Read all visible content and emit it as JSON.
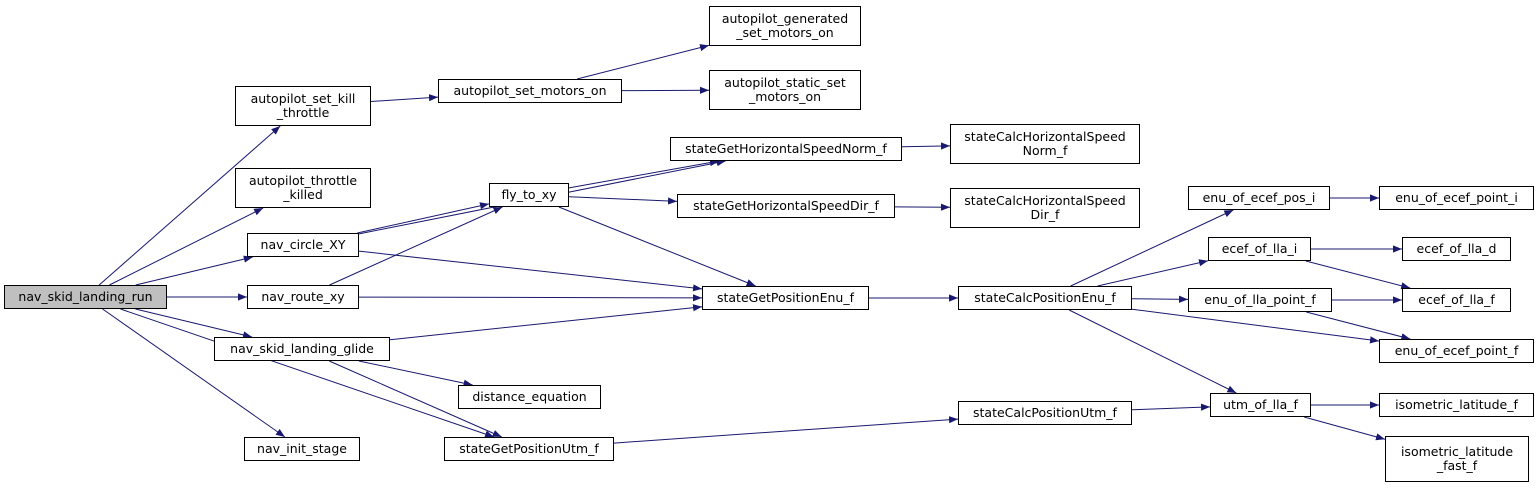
{
  "nodes": [
    {
      "id": "nav_skid_landing_run",
      "lines": [
        "nav_skid_landing_run"
      ],
      "root": true
    },
    {
      "id": "autopilot_set_kill_throttle",
      "lines": [
        "autopilot_set_kill",
        "_throttle"
      ]
    },
    {
      "id": "autopilot_throttle_killed",
      "lines": [
        "autopilot_throttle",
        "_killed"
      ]
    },
    {
      "id": "nav_circle_XY",
      "lines": [
        "nav_circle_XY"
      ]
    },
    {
      "id": "nav_route_xy",
      "lines": [
        "nav_route_xy"
      ]
    },
    {
      "id": "nav_skid_landing_glide",
      "lines": [
        "nav_skid_landing_glide"
      ]
    },
    {
      "id": "nav_init_stage",
      "lines": [
        "nav_init_stage"
      ]
    },
    {
      "id": "autopilot_set_motors_on",
      "lines": [
        "autopilot_set_motors_on"
      ]
    },
    {
      "id": "autopilot_generated_set_motors_on",
      "lines": [
        "autopilot_generated",
        "_set_motors_on"
      ]
    },
    {
      "id": "autopilot_static_set_motors_on",
      "lines": [
        "autopilot_static_set",
        "_motors_on"
      ]
    },
    {
      "id": "fly_to_xy",
      "lines": [
        "fly_to_xy"
      ]
    },
    {
      "id": "stateGetHorizontalSpeedNorm_f",
      "lines": [
        "stateGetHorizontalSpeedNorm_f"
      ]
    },
    {
      "id": "stateGetHorizontalSpeedDir_f",
      "lines": [
        "stateGetHorizontalSpeedDir_f"
      ]
    },
    {
      "id": "stateGetPositionEnu_f",
      "lines": [
        "stateGetPositionEnu_f"
      ]
    },
    {
      "id": "distance_equation",
      "lines": [
        "distance_equation"
      ]
    },
    {
      "id": "stateGetPositionUtm_f",
      "lines": [
        "stateGetPositionUtm_f"
      ]
    },
    {
      "id": "stateCalcHorizontalSpeedNorm_f",
      "lines": [
        "stateCalcHorizontalSpeed",
        "Norm_f"
      ]
    },
    {
      "id": "stateCalcHorizontalSpeedDir_f",
      "lines": [
        "stateCalcHorizontalSpeed",
        "Dir_f"
      ]
    },
    {
      "id": "stateCalcPositionEnu_f",
      "lines": [
        "stateCalcPositionEnu_f"
      ]
    },
    {
      "id": "stateCalcPositionUtm_f",
      "lines": [
        "stateCalcPositionUtm_f"
      ]
    },
    {
      "id": "enu_of_ecef_pos_i",
      "lines": [
        "enu_of_ecef_pos_i"
      ]
    },
    {
      "id": "ecef_of_lla_i",
      "lines": [
        "ecef_of_lla_i"
      ]
    },
    {
      "id": "enu_of_lla_point_f",
      "lines": [
        "enu_of_lla_point_f"
      ]
    },
    {
      "id": "utm_of_lla_f",
      "lines": [
        "utm_of_lla_f"
      ]
    },
    {
      "id": "enu_of_ecef_point_i",
      "lines": [
        "enu_of_ecef_point_i"
      ]
    },
    {
      "id": "ecef_of_lla_d",
      "lines": [
        "ecef_of_lla_d"
      ]
    },
    {
      "id": "ecef_of_lla_f",
      "lines": [
        "ecef_of_lla_f"
      ]
    },
    {
      "id": "enu_of_ecef_point_f",
      "lines": [
        "enu_of_ecef_point_f"
      ]
    },
    {
      "id": "isometric_latitude_f",
      "lines": [
        "isometric_latitude_f"
      ]
    },
    {
      "id": "isometric_latitude_fast_f",
      "lines": [
        "isometric_latitude",
        "_fast_f"
      ]
    }
  ],
  "edges": [
    [
      "nav_skid_landing_run",
      "autopilot_set_kill_throttle"
    ],
    [
      "nav_skid_landing_run",
      "autopilot_throttle_killed"
    ],
    [
      "nav_skid_landing_run",
      "nav_circle_XY"
    ],
    [
      "nav_skid_landing_run",
      "nav_route_xy"
    ],
    [
      "nav_skid_landing_run",
      "nav_skid_landing_glide"
    ],
    [
      "nav_skid_landing_run",
      "nav_init_stage"
    ],
    [
      "nav_skid_landing_run",
      "stateGetPositionUtm_f"
    ],
    [
      "autopilot_set_kill_throttle",
      "autopilot_set_motors_on"
    ],
    [
      "autopilot_set_motors_on",
      "autopilot_generated_set_motors_on"
    ],
    [
      "autopilot_set_motors_on",
      "autopilot_static_set_motors_on"
    ],
    [
      "nav_circle_XY",
      "stateGetHorizontalSpeedNorm_f"
    ],
    [
      "nav_circle_XY",
      "fly_to_xy"
    ],
    [
      "nav_circle_XY",
      "stateGetPositionEnu_f"
    ],
    [
      "nav_route_xy",
      "fly_to_xy"
    ],
    [
      "nav_route_xy",
      "stateGetPositionEnu_f"
    ],
    [
      "nav_skid_landing_glide",
      "stateGetPositionEnu_f"
    ],
    [
      "nav_skid_landing_glide",
      "distance_equation"
    ],
    [
      "nav_skid_landing_glide",
      "stateGetPositionUtm_f"
    ],
    [
      "fly_to_xy",
      "stateGetHorizontalSpeedNorm_f"
    ],
    [
      "fly_to_xy",
      "stateGetHorizontalSpeedDir_f"
    ],
    [
      "fly_to_xy",
      "stateGetPositionEnu_f"
    ],
    [
      "stateGetHorizontalSpeedNorm_f",
      "stateCalcHorizontalSpeedNorm_f"
    ],
    [
      "stateGetHorizontalSpeedDir_f",
      "stateCalcHorizontalSpeedDir_f"
    ],
    [
      "stateGetPositionEnu_f",
      "stateCalcPositionEnu_f"
    ],
    [
      "stateGetPositionUtm_f",
      "stateCalcPositionUtm_f"
    ],
    [
      "stateCalcPositionEnu_f",
      "enu_of_ecef_pos_i"
    ],
    [
      "stateCalcPositionEnu_f",
      "ecef_of_lla_i"
    ],
    [
      "stateCalcPositionEnu_f",
      "enu_of_lla_point_f"
    ],
    [
      "stateCalcPositionEnu_f",
      "enu_of_ecef_point_f"
    ],
    [
      "stateCalcPositionEnu_f",
      "utm_of_lla_f"
    ],
    [
      "stateCalcPositionUtm_f",
      "utm_of_lla_f"
    ],
    [
      "enu_of_ecef_pos_i",
      "enu_of_ecef_point_i"
    ],
    [
      "ecef_of_lla_i",
      "ecef_of_lla_d"
    ],
    [
      "ecef_of_lla_i",
      "ecef_of_lla_f"
    ],
    [
      "enu_of_lla_point_f",
      "ecef_of_lla_f"
    ],
    [
      "enu_of_lla_point_f",
      "enu_of_ecef_point_f"
    ],
    [
      "utm_of_lla_f",
      "isometric_latitude_f"
    ],
    [
      "utm_of_lla_f",
      "isometric_latitude_fast_f"
    ]
  ],
  "colors": {
    "edge": "#191970",
    "root_fill": "#bfbfbf",
    "node_fill": "#ffffff",
    "border": "#000000"
  }
}
